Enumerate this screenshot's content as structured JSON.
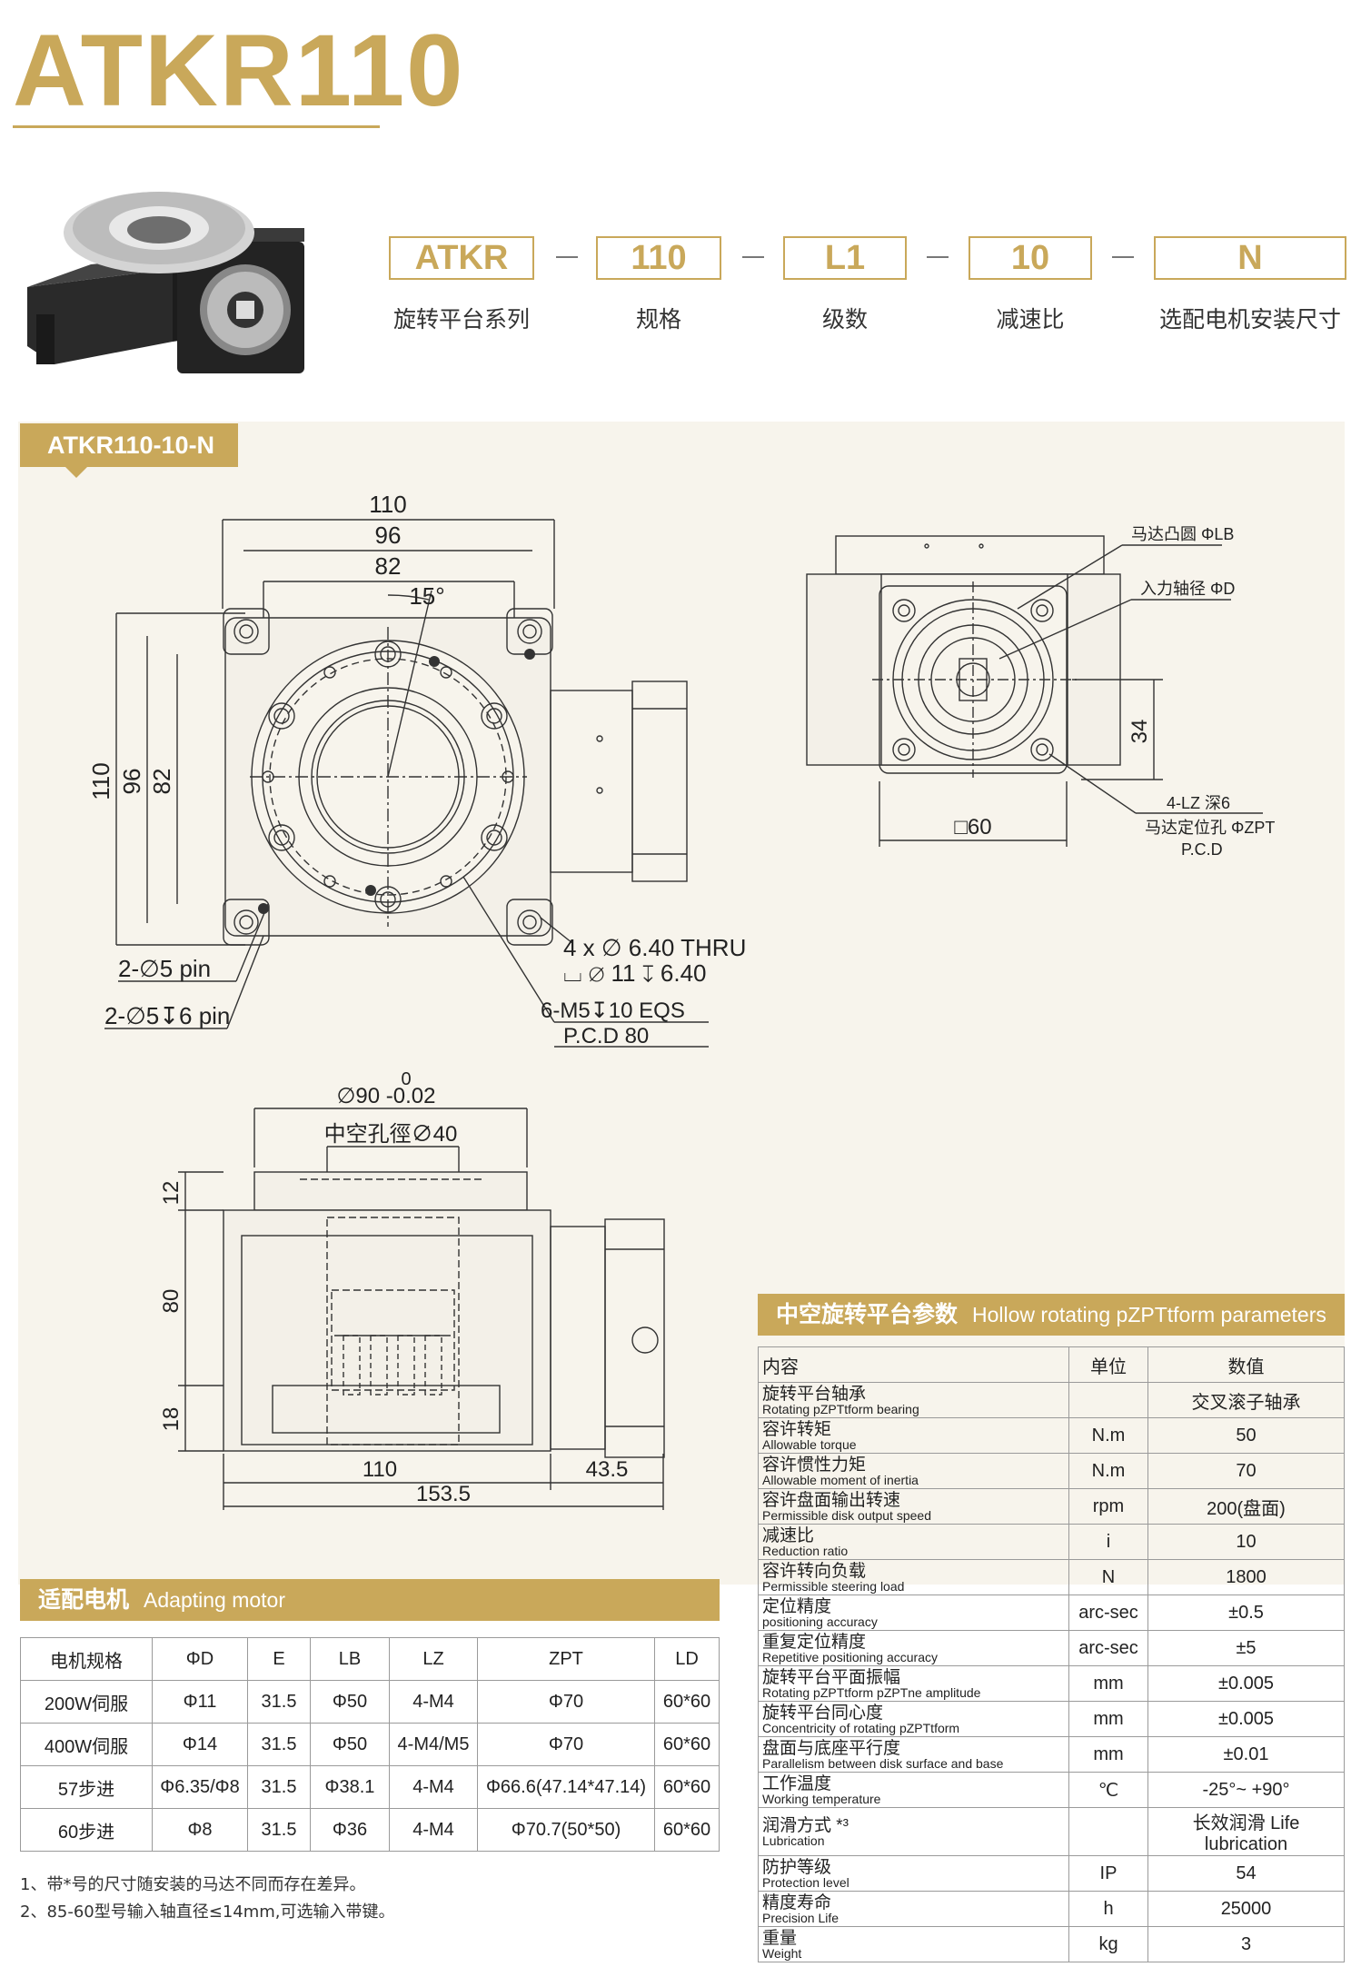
{
  "title": "ATKR110",
  "model_code": {
    "parts": [
      {
        "code": "ATKR",
        "label": "旋转平台系列"
      },
      {
        "code": "110",
        "label": "规格"
      },
      {
        "code": "L1",
        "label": "级数"
      },
      {
        "code": "10",
        "label": "减速比"
      },
      {
        "code": "N",
        "label": "选配电机安装尺寸"
      }
    ]
  },
  "drawing": {
    "tag": "ATKR110-10-N",
    "top_view": {
      "dim_110": "110",
      "dim_96": "96",
      "dim_82": "82",
      "angle": "15°",
      "v_110": "110",
      "v_96": "96",
      "v_82": "82",
      "hole_note_1": "4 x ∅ 6.40 THRU",
      "hole_note_2": "⌴ ∅ 11 ↧ 6.40",
      "pin_1": "2-∅5 pin",
      "pin_2": "2-∅5↧6 pin",
      "thread_1": "6-M5↧10 EQS",
      "thread_2": "P.C.D 80"
    },
    "side_view": {
      "label_lb": "马达凸圆 ΦLB",
      "label_d": "入力轴径 ΦD",
      "dim_34": "34",
      "dim_60": "□60",
      "lz_1": "4-LZ 深6",
      "lz_2": "马达定位孔 ΦZPT",
      "lz_3": "P.C.D"
    },
    "front_view": {
      "tol_upper": "0",
      "dia": "∅90 -0.02",
      "hollow": "中空孔徑∅40",
      "dim_12": "12",
      "dim_80": "80",
      "dim_18": "18",
      "dim_110": "110",
      "dim_43": "43.5",
      "dim_153": "153.5"
    }
  },
  "motor": {
    "title_cn": "适配电机",
    "title_en": "Adapting motor",
    "headers": [
      "电机规格",
      "ΦD",
      "E",
      "LB",
      "LZ",
      "ZPT",
      "LD"
    ],
    "rows": [
      [
        "200W伺服",
        "Φ11",
        "31.5",
        "Φ50",
        "4-M4",
        "Φ70",
        "60*60"
      ],
      [
        "400W伺服",
        "Φ14",
        "31.5",
        "Φ50",
        "4-M4/M5",
        "Φ70",
        "60*60"
      ],
      [
        "57步进",
        "Φ6.35/Φ8",
        "31.5",
        "Φ38.1",
        "4-M4",
        "Φ66.6(47.14*47.14)",
        "60*60"
      ],
      [
        "60步进",
        "Φ8",
        "31.5",
        "Φ36",
        "4-M4",
        "Φ70.7(50*50)",
        "60*60"
      ]
    ],
    "notes": [
      "1、带*号的尺寸随安装的马达不同而存在差异。",
      "2、85-60型号输入轴直径≤14mm,可选输入带键。"
    ]
  },
  "params": {
    "title_cn": "中空旋转平台参数",
    "title_en": "Hollow rotating pZPTtform parameters",
    "headers": [
      "内容",
      "单位",
      "数值"
    ],
    "rows": [
      {
        "cn": "旋转平台轴承",
        "en": "Rotating pZPTtform bearing",
        "unit": "",
        "value": "交叉滚子轴承"
      },
      {
        "cn": "容许转矩",
        "en": "Allowable torque",
        "unit": "N.m",
        "value": "50"
      },
      {
        "cn": "容许惯性力矩",
        "en": "Allowable moment of inertia",
        "unit": "N.m",
        "value": "70"
      },
      {
        "cn": "容许盘面输出转速",
        "en": "Permissible disk output speed",
        "unit": "rpm",
        "value": "200(盘面)"
      },
      {
        "cn": "减速比",
        "en": "Reduction ratio",
        "unit": "i",
        "value": "10"
      },
      {
        "cn": "容许转向负载",
        "en": "Permissible steering load",
        "unit": "N",
        "value": "1800"
      },
      {
        "cn": "定位精度",
        "en": "positioning accuracy",
        "unit": "arc-sec",
        "value": "±0.5"
      },
      {
        "cn": "重复定位精度",
        "en": "Repetitive positioning accuracy",
        "unit": "arc-sec",
        "value": "±5"
      },
      {
        "cn": "旋转平台平面振幅",
        "en": "Rotating pZPTtform pZPTne amplitude",
        "unit": "mm",
        "value": "±0.005"
      },
      {
        "cn": "旋转平台同心度",
        "en": "Concentricity of rotating pZPTtform",
        "unit": "mm",
        "value": "±0.005"
      },
      {
        "cn": "盘面与底座平行度",
        "en": "Parallelism between disk surface and base",
        "unit": "mm",
        "value": "±0.01"
      },
      {
        "cn": "工作温度",
        "en": "Working temperature",
        "unit": "℃",
        "value": "-25°~ +90°"
      },
      {
        "cn": "润滑方式 *³",
        "en": "Lubrication",
        "unit": "",
        "value": "长效润滑 Life lubrication"
      },
      {
        "cn": "防护等级",
        "en": "Protection level",
        "unit": "IP",
        "value": "54"
      },
      {
        "cn": "精度寿命",
        "en": "Precision Life",
        "unit": "h",
        "value": "25000"
      },
      {
        "cn": "重量",
        "en": "Weight",
        "unit": "kg",
        "value": "3"
      }
    ]
  },
  "colors": {
    "accent": "#c9a85a",
    "panel": "#f7f4ec"
  }
}
